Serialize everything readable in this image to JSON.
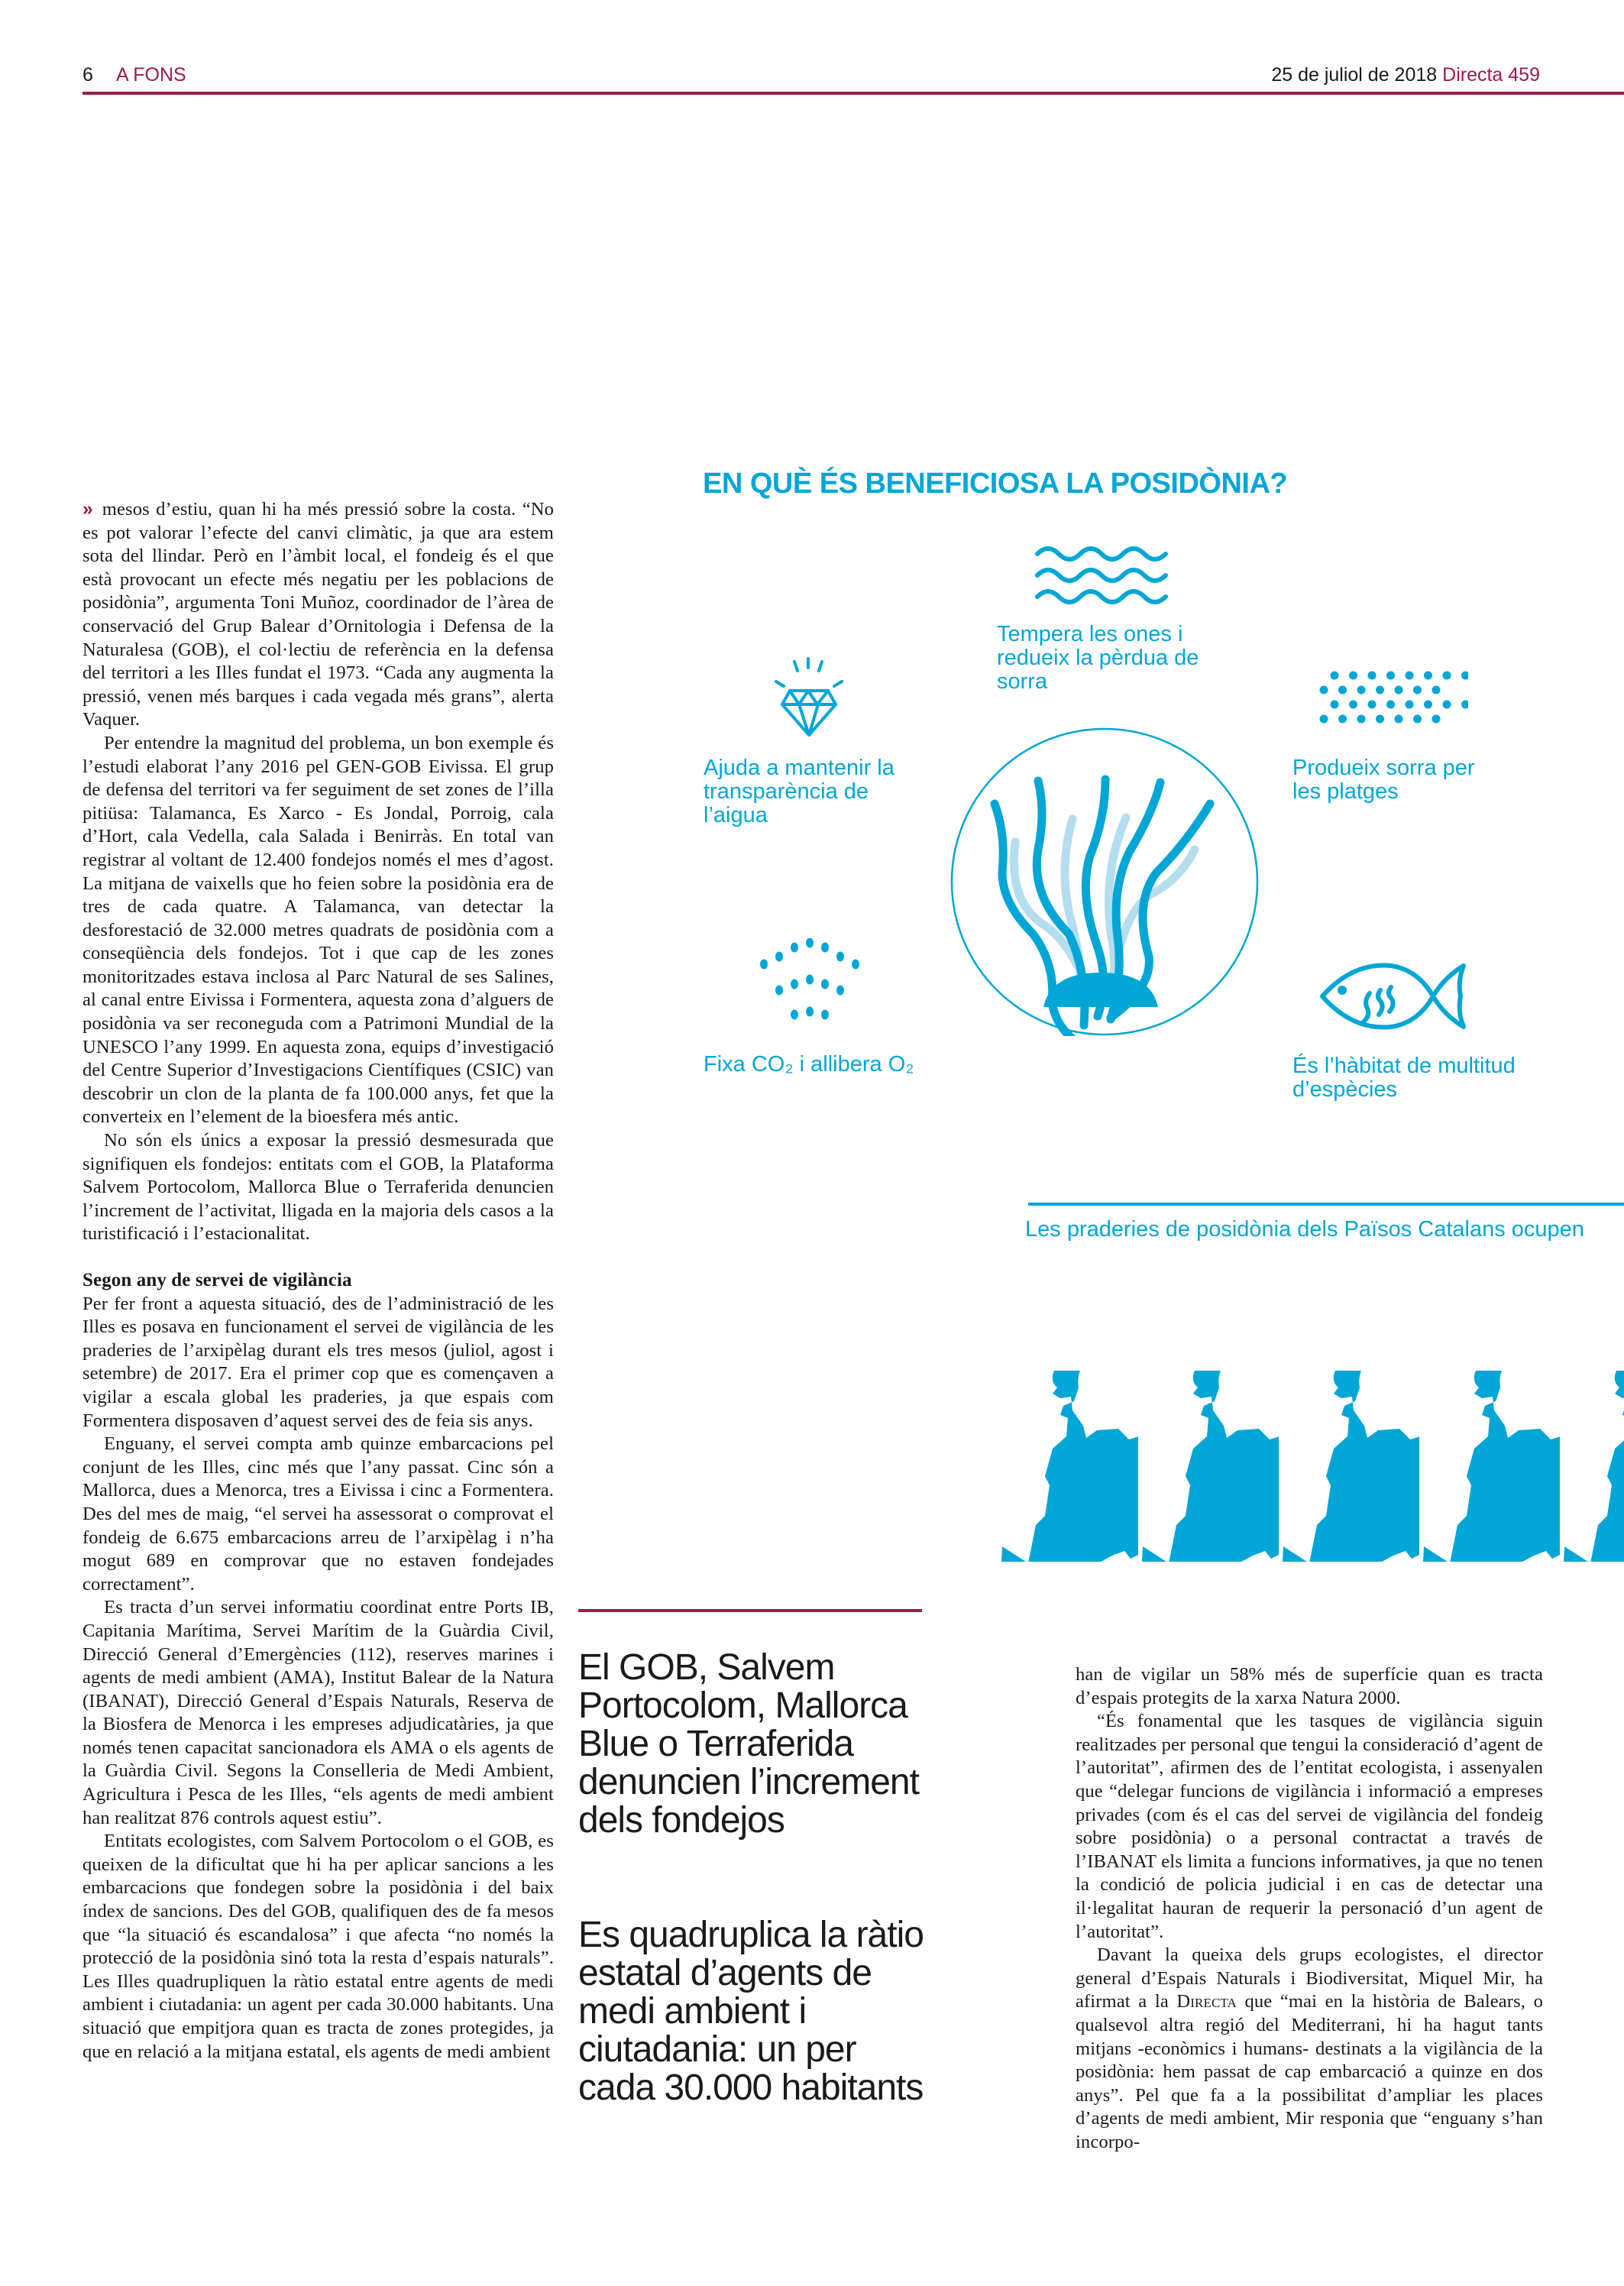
{
  "header": {
    "page_number": "6",
    "section": "A FONS",
    "date": "25 de juliol de 2018",
    "publication": "Directa 459"
  },
  "colors": {
    "accent": "#9b1b4d",
    "infographic": "#00a6d6"
  },
  "left_column": {
    "continuation_icon": "double-chevron-right-icon",
    "p1": "mesos d’estiu, quan hi ha més pressió sobre la costa. “No es pot valorar l’efecte del canvi climàtic, ja que ara estem sota del llindar. Però en l’àmbit local, el fondeig és el que està provocant un efecte més negatiu per les poblacions de posidònia”, argumenta Toni Muñoz, coordinador de l’àrea de conservació del Grup Balear d’Ornitologia i Defensa de la Naturalesa (GOB), el col·lectiu de referència en la defensa del territori a les Illes fundat el 1973. “Cada any augmenta la pressió, venen més barques i cada vegada més grans”, alerta Vaquer.",
    "p2": "Per entendre la magnitud del problema, un bon exemple és l’estudi elaborat l’any 2016 pel GEN-GOB Eivissa. El grup de defensa del territori va fer seguiment de set zones de l’illa pitiüsa: Talamanca, Es Xarco - Es Jondal, Porroig, cala d’Hort, cala Vedella, cala Salada i Benirràs. En total van registrar al voltant de 12.400 fondejos només el mes d’agost. La mitjana de vaixells que ho feien sobre la posidònia era de tres de cada quatre. A Talamanca, van detectar la desforestació de 32.000 metres quadrats de posidònia com a conseqüència dels fondejos. Tot i que cap de les zones monitoritzades estava inclosa al Parc Natural de ses Salines, al canal entre Eivissa i Formentera, aquesta zona d’alguers de posidònia va ser reconeguda com a Patrimoni Mundial de la UNESCO l’any 1999. En aquesta zona, equips d’investigació del Centre Superior d’Investigacions Científiques (CSIC) van descobrir un clon de la planta de fa 100.000 anys, fet que la converteix en l’element de la bioesfera més antic.",
    "p3": "No són els únics a exposar la pressió desmesurada que signifiquen els fondejos: entitats com el GOB, la Plataforma Salvem Portocolom, Mallorca Blue o Terraferida denuncien l’increment de l’activitat, lligada en la majoria dels casos a la turistificació i l’estacionalitat.",
    "subheading": "Segon any de servei de vigilància",
    "p4": "Per fer front a aquesta situació, des de l’administració de les Illes es posava en funcionament el servei de vigilància de les praderies de l’arxipèlag durant els tres mesos (juliol, agost i setembre) de 2017. Era el primer cop que es començaven a vigilar a escala global les praderies, ja que espais com Formentera disposaven d’aquest servei des de feia sis anys.",
    "p5": "Enguany, el servei compta amb quinze embarcacions pel conjunt de les Illes, cinc més que l’any passat. Cinc són a Mallorca, dues a Menorca, tres a Eivissa i cinc a Formentera. Des del mes de maig, “el servei ha assessorat o comprovat el fondeig de 6.675 embarcacions arreu de l’arxipèlag i n’ha mogut 689 en comprovar que no estaven fondejades correctament”.",
    "p6": "Es tracta d’un servei informatiu coordinat entre Ports IB, Capitania Marítima, Servei Marítim de la Guàrdia Civil, Direcció General d’Emergències (112), reserves marines i agents de medi ambient (AMA), Institut Balear de la Natura (IBANAT), Direcció General d’Espais Naturals, Reserva de la Biosfera de Menorca i les empreses adjudicatàries, ja que només tenen capacitat sancionadora els AMA o els agents de la Guàrdia Civil. Segons la Conselleria de Medi Ambient, Agricultura i Pesca de les Illes, “els agents de medi ambient han realitzat 876 controls aquest estiu”.",
    "p7": "Entitats ecologistes, com Salvem Portocolom o el GOB, es queixen de la dificultat que hi ha per aplicar sancions a les embarcacions que fondegen sobre la posidònia i del baix índex de sancions. Des del GOB, qualifiquen des de fa mesos que “la situació és escandalosa” i que afecta “no només la protecció de la posidònia sinó tota la resta d’espais naturals”. Les Illes quadrupliquen la ràtio estatal entre agents de medi ambient i ciutadania: un agent per cada 30.000 habitants. Una situació que empitjora quan es tracta de zones protegides, ja que en relació a la mitjana estatal, els agents de medi ambient"
  },
  "infographic": {
    "title": "EN QUÈ ÉS BENEFICIOSA LA POSIDÒNIA?",
    "benefits": [
      {
        "icon": "waves-icon",
        "label": "Tempera les ones i redueix la pèrdua de sorra"
      },
      {
        "icon": "diamond-icon",
        "label": "Ajuda a mantenir la transparència de l’aigua"
      },
      {
        "icon": "sand-dots-icon",
        "label": "Produeix sorra per les platges"
      },
      {
        "icon": "bubbles-icon",
        "label": "Fixa CO₂ i allibera O₂"
      },
      {
        "icon": "fish-icon",
        "label": "És l’hàbitat de multitud d’espècies"
      }
    ],
    "center_icon": "seagrass-icon",
    "meadows_caption": "Les praderies de posidònia dels Països Catalans ocupen",
    "map_icon_count": 5
  },
  "pull_quotes": [
    "El GOB, Salvem Portocolom, Mallorca Blue o Terraferida denuncien l’increment dels fondejos",
    "Es quadruplica la ràtio estatal d’agents de medi ambient i ciutadania: un per cada 30.000 habitants"
  ],
  "right_column": {
    "p8": "han de vigilar un 58% més de superfície quan es tracta d’espais protegits de la xarxa Natura 2000.",
    "p9": "“És fonamental que les tasques de vigilància siguin realitzades per personal que tengui la consideració d’agent de l’autoritat”, afirmen des de l’entitat ecologista, i assenyalen que “delegar funcions de vigilància i informació a empreses privades (com és el cas del servei de vigilància del fondeig sobre posidònia) o a personal contractat a través de l’IBANAT els limita a funcions informatives, ja que no tenen la condició de policia judicial i en cas de detectar una il·legalitat hauran de requerir la personació d’un agent de l’autoritat”.",
    "p10_before": "Davant la queixa dels grups ecologistes, el director general d’Espais Naturals i Biodiversitat, Miquel Mir, ha afirmat a la ",
    "p10_brand": "Directa",
    "p10_after": " que “mai en la història de Balears, o qualsevol altra regió del Mediterrani, hi ha hagut tants mitjans -econòmics i humans- destinats a la vigilància de la posidònia: hem passat de cap embarcació a quinze en dos anys”. Pel que fa a la possibilitat d’ampliar les places d’agents de medi ambient, Mir responia que “enguany s’han incorpo-"
  }
}
